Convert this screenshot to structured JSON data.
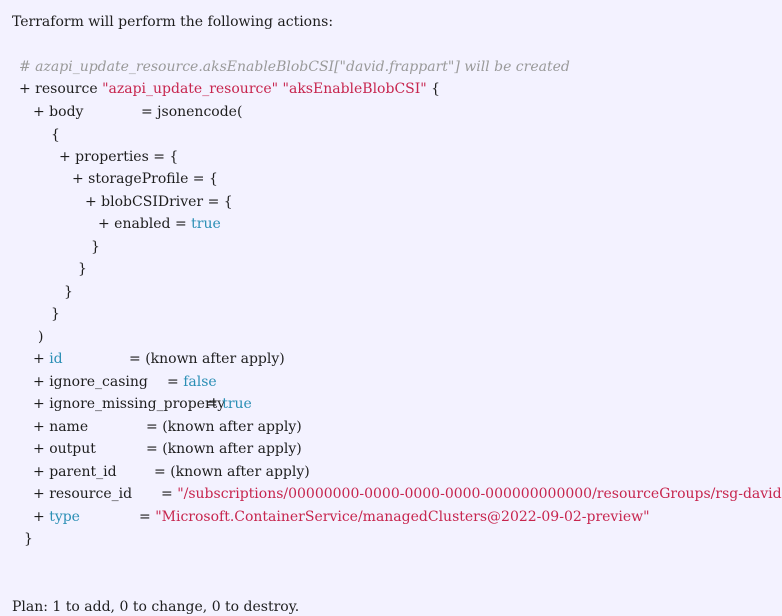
{
  "intro": "Terraform will perform the following actions:",
  "comment": "# azapi_update_resource.aksEnableBlobCSI[\"david.frappart\"] will be created",
  "resource": {
    "prefix": "+ resource ",
    "type": "\"azapi_update_resource\"",
    "name": "\"aksEnableBlobCSI\"",
    "open": " {"
  },
  "body": {
    "label": "+ body",
    "assign": "= jsonencode(",
    "open_brace": "{",
    "properties": "+ properties = {",
    "storageProfile": "+ storageProfile = {",
    "blobCSIDriver": "+ blobCSIDriver = {",
    "enabled_label": "+ enabled = ",
    "enabled_value": "true",
    "close_1": "}",
    "close_2": "}",
    "close_3": "}",
    "close_4": "}",
    "close_paren": ")"
  },
  "attributes": [
    {
      "plus": "+ ",
      "key": "id",
      "key_is_keyword": true,
      "eq": "= ",
      "value": "(known after apply)",
      "value_style": "plain"
    },
    {
      "plus": "+ ",
      "key": "ignore_casing",
      "key_is_keyword": false,
      "eq": "= ",
      "value": "false",
      "value_style": "kw"
    },
    {
      "plus": "+ ",
      "key": "ignore_missing_property",
      "key_is_keyword": false,
      "eq": "= ",
      "value": "true",
      "value_style": "kw"
    },
    {
      "plus": "+ ",
      "key": "name",
      "key_is_keyword": false,
      "eq": "= ",
      "value": "(known after apply)",
      "value_style": "plain"
    },
    {
      "plus": "+ ",
      "key": "output",
      "key_is_keyword": false,
      "eq": "= ",
      "value": "(known after apply)",
      "value_style": "plain"
    },
    {
      "plus": "+ ",
      "key": "parent_id",
      "key_is_keyword": false,
      "eq": "= ",
      "value": "(known after apply)",
      "value_style": "plain"
    },
    {
      "plus": "+ ",
      "key": "resource_id",
      "key_is_keyword": false,
      "eq": "= ",
      "value": "\"/subscriptions/00000000-0000-0000-0000-000000000000/resourceGroups/rsg-david",
      "value_style": "str"
    },
    {
      "plus": "+ ",
      "key": "type",
      "key_is_keyword": true,
      "eq": "= ",
      "value": "\"Microsoft.ContainerService/managedClusters@2022-09-02-preview\"",
      "value_style": "str"
    }
  ],
  "resource_close": "}",
  "plan": "Plan: 1 to add, 0 to change, 0 to destroy.",
  "colors": {
    "background": "#f3f2ff",
    "string": "#c7254e",
    "keyword": "#2b8fb5",
    "comment": "#9a9a9a",
    "text": "#1e1e1e"
  }
}
